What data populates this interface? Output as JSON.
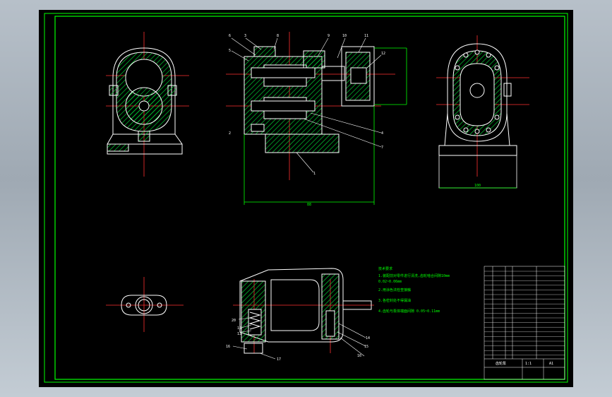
{
  "drawing": {
    "part_labels": {
      "p1": "1",
      "p2": "2",
      "p3": "3",
      "p4": "4",
      "p5": "5",
      "p6": "6",
      "p7": "7",
      "p8": "8",
      "p9": "9",
      "p10": "10",
      "p11": "11",
      "p12": "12",
      "p13": "13",
      "p14": "14",
      "p15": "15",
      "p16": "16",
      "p17": "17",
      "p20": "20"
    },
    "dimensions": {
      "front_width": "88",
      "side_width": "100"
    },
    "tech_requirements": {
      "title": "技术要求",
      "line1": "1.装配前对零件进行清洗,齿轮啮合间隙10mm",
      "line2": "0.02~0.06mm",
      "line3": "2.用涂色法检查接触",
      "line4": "3.各密封处不得漏油",
      "line5": "4.齿轮与泵体端面间隙 0.05~0.11mm"
    },
    "title_block": {
      "name": "齿轮泵",
      "scale": "1:1",
      "sheet": "A1"
    }
  },
  "colors": {
    "background": "#000000",
    "border": "#00ff00",
    "outline": "#ffffff",
    "hatch": "#00cc33",
    "centerline": "#ff3030",
    "dimension": "#00ff00",
    "leader": "#ffffff"
  }
}
